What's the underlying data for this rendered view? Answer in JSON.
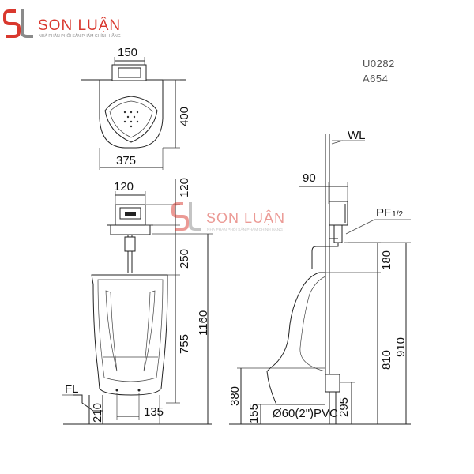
{
  "brand": {
    "name": "SON LUẬN",
    "tagline": "NHÀ PHÂN PHỐI SẢN PHẨM CHÍNH HÃNG",
    "color_red": "#d9382e",
    "color_gray": "#8a8a8a"
  },
  "model_codes": [
    "U0282",
    "A654"
  ],
  "dimensions": {
    "top_width_150": "150",
    "top_height_400": "400",
    "top_width_375": "375",
    "front_sensor_120w": "120",
    "front_sensor_120h": "120",
    "front_250": "250",
    "front_755": "755",
    "front_1160": "1160",
    "front_210": "210",
    "front_135": "135",
    "fl_label": "FL",
    "side_wl_label": "WL",
    "side_90": "90",
    "side_pf": "PF",
    "side_pf_sub": "1/2",
    "side_180": "180",
    "side_810": "810",
    "side_910": "910",
    "side_380": "380",
    "side_155": "155",
    "side_295": "295",
    "side_pipe": "Ø60(2\")PVC"
  }
}
